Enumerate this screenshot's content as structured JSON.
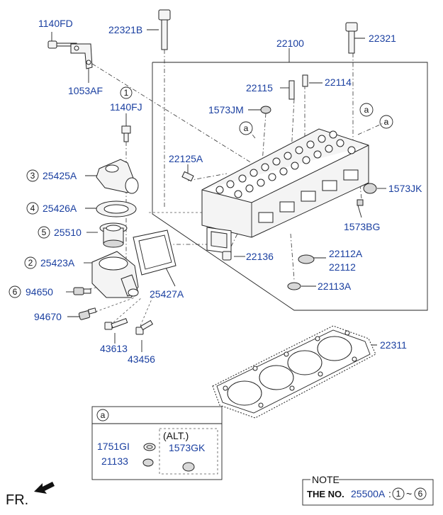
{
  "labels": {
    "p1140FD": "1140FD",
    "p1053AF": "1053AF",
    "p22321B": "22321B",
    "p22321": "22321",
    "p22100": "22100",
    "p22115": "22115",
    "p22114": "22114",
    "p1573JM": "1573JM",
    "p1140FJ": "1140FJ",
    "p22125A": "22125A",
    "p25425A": "25425A",
    "p25426A": "25426A",
    "p25510": "25510",
    "p25423A": "25423A",
    "p94650": "94650",
    "p94670": "94670",
    "p25427A": "25427A",
    "p22136": "22136",
    "p1573JK": "1573JK",
    "p1573BG": "1573BG",
    "p22112A": "22112A",
    "p22112": "22112",
    "p22113A": "22113A",
    "p22311": "22311",
    "p43613": "43613",
    "p43456": "43456",
    "p1751GI": "1751GI",
    "p21133": "21133",
    "p1573GK": "1573GK"
  },
  "callouts": {
    "c1": "1",
    "c2": "2",
    "c3": "3",
    "c4": "4",
    "c5": "5",
    "c6": "6",
    "a": "a"
  },
  "inset": {
    "header": "a",
    "alt": "(ALT.)"
  },
  "note": {
    "title": "NOTE",
    "prefix": "THE NO.",
    "ref": "25500A",
    "colon": ":",
    "from": "1",
    "tilde": "~",
    "to": "6"
  },
  "front": "FR."
}
